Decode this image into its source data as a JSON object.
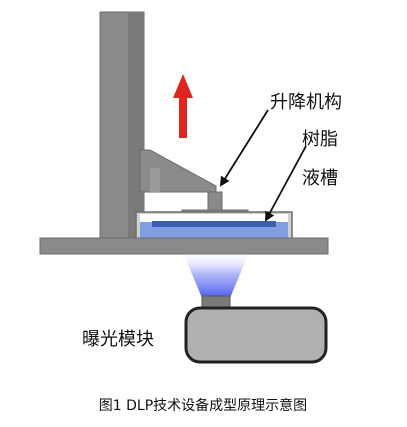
{
  "diagram": {
    "labels": {
      "lift_mechanism": "升降机构",
      "resin": "树脂",
      "tank": "液槽",
      "exposure_module": "曝光模块"
    },
    "caption": "图1 DLP技术设备成型原理示意图",
    "colors": {
      "frame_gray": "#8a8a8a",
      "frame_edge": "#6c6c6c",
      "tank_light": "#c4c4c4",
      "module_gray": "#b0b0b0",
      "resin_blue": "#3b5eb0",
      "resin_light": "#7f9fe0",
      "beam_blue": "#5a6cf0",
      "arrow_red": "#e0261c",
      "pointer_black": "#111111",
      "outline_dark": "#222222"
    },
    "icons": {
      "motion_arrow": "upward-arrow-icon",
      "pointer": "callout-arrow-icon"
    }
  }
}
